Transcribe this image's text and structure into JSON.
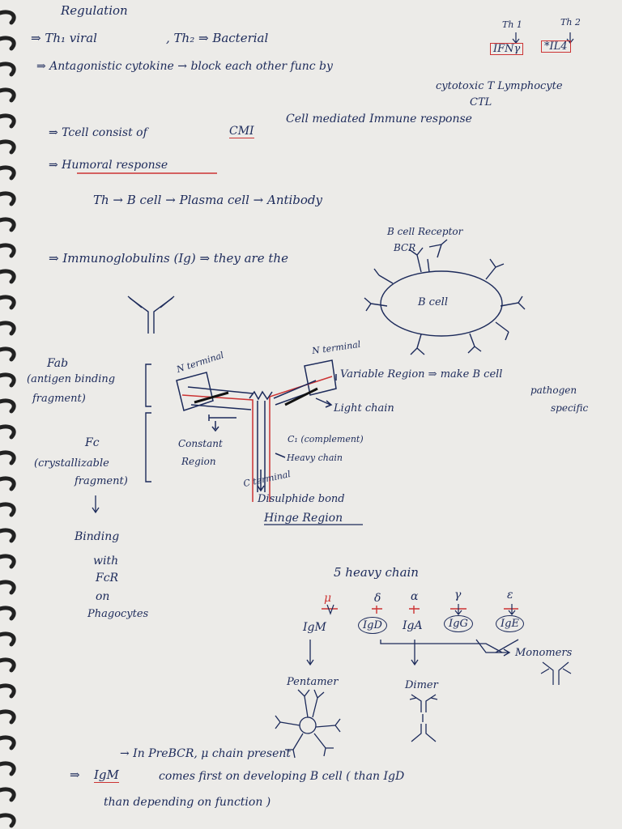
{
  "notes": {
    "regulation": "Regulation",
    "th1_viral": "⇒ Th₁ viral",
    "th2_bacterial": ", Th₂ ⇒ Bacterial",
    "label_th1": "Th 1",
    "label_th2": "Th 2",
    "antagonistic": "⇒ Antagonistic cytokine → block each other func by",
    "ifn": "IFNγ",
    "il4": "*IL4",
    "ctl_full": "cytotoxic T Lymphocyte",
    "ctl": "CTL",
    "tcell_consist": "⇒ Tcell consist of",
    "cmi": "CMI",
    "cmi_full": "Cell mediated Immune response",
    "humoral": "⇒ Humoral response",
    "flow": "Th → B cell → Plasma cell → Antibody",
    "bcr_label_1": "B cell Receptor",
    "bcr_label_2": "BCR",
    "immunoglobulins": "⇒ Immunoglobulins (Ig) ⇒ they are the",
    "bcell": "B cell",
    "fab_1": "Fab",
    "fab_2": "(antigen binding",
    "fab_3": "fragment)",
    "n_terminal_1": "N terminal",
    "n_terminal_2": "N terminal",
    "variable_region": "Variable Region ⇒ make B cell",
    "pathogen": "pathogen",
    "specific": "specific",
    "light_chain": "Light chain",
    "fc_1": "Fc",
    "fc_2": "(crystallizable",
    "fc_3": "fragment)",
    "constant_1": "Constant",
    "constant_2": "Region",
    "c1": "C₁ (complement)",
    "heavy_chain": "Heavy chain",
    "c_terminal": "C terminal",
    "disulphide": "Disulphide bond",
    "hinge": "Hinge Region",
    "binding_1": "Binding",
    "binding_2": "with",
    "binding_3": "FcR",
    "binding_4": "on",
    "binding_5": "Phagocytes",
    "five_heavy": "5 heavy chain",
    "mu": "μ",
    "delta": "δ",
    "alpha": "α",
    "gamma": "γ",
    "epsilon": "ε",
    "igm": "IgM",
    "igd": "IgD",
    "iga": "IgA",
    "igg": "IgG",
    "ige": "IgE",
    "monomers": "Monomers",
    "pentamer": "Pentamer",
    "dimer": "Dimer",
    "prebcr": "→ In PreBCR, μ chain present",
    "igm_first_1": "⇒",
    "igm_first_igm": "IgM",
    "igm_first_2": "comes first on developing B cell ( than IgD",
    "igm_first_3": "than depending on function )"
  }
}
